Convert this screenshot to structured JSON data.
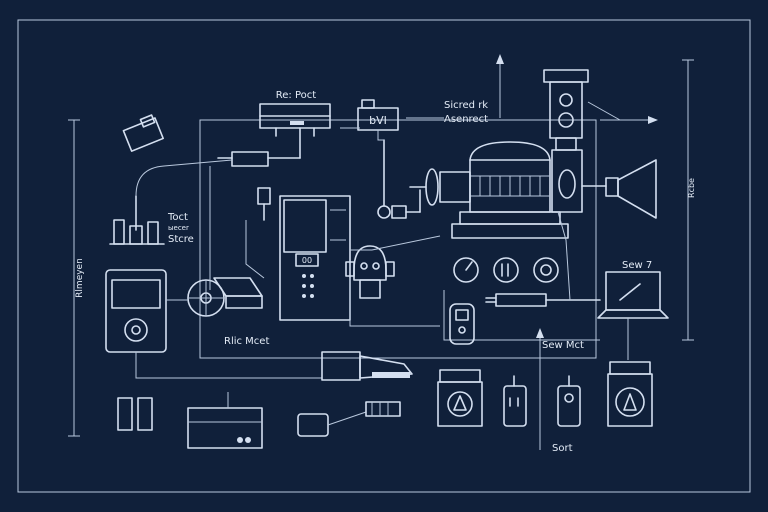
{
  "labels": {
    "top_device": "Re: Poct",
    "camera_box": "bVI",
    "stored_label_line1": "Sicred rk",
    "stored_label_line2": "Asenrect",
    "left_label_line1": "Toct",
    "left_label_line2": "ыecer",
    "left_label_line3": "Stcre",
    "left_axis": "Rlmeyen",
    "right_axis": "Rcbe",
    "display_readout": "00",
    "bottom_left_frame": "Rlic Mcet",
    "bottom_right_frame": "Sew Mct",
    "sew_label": "Sew 7",
    "sort_label": "Sort"
  },
  "colors": {
    "background": "#10203a",
    "line": "#d4dff0"
  }
}
